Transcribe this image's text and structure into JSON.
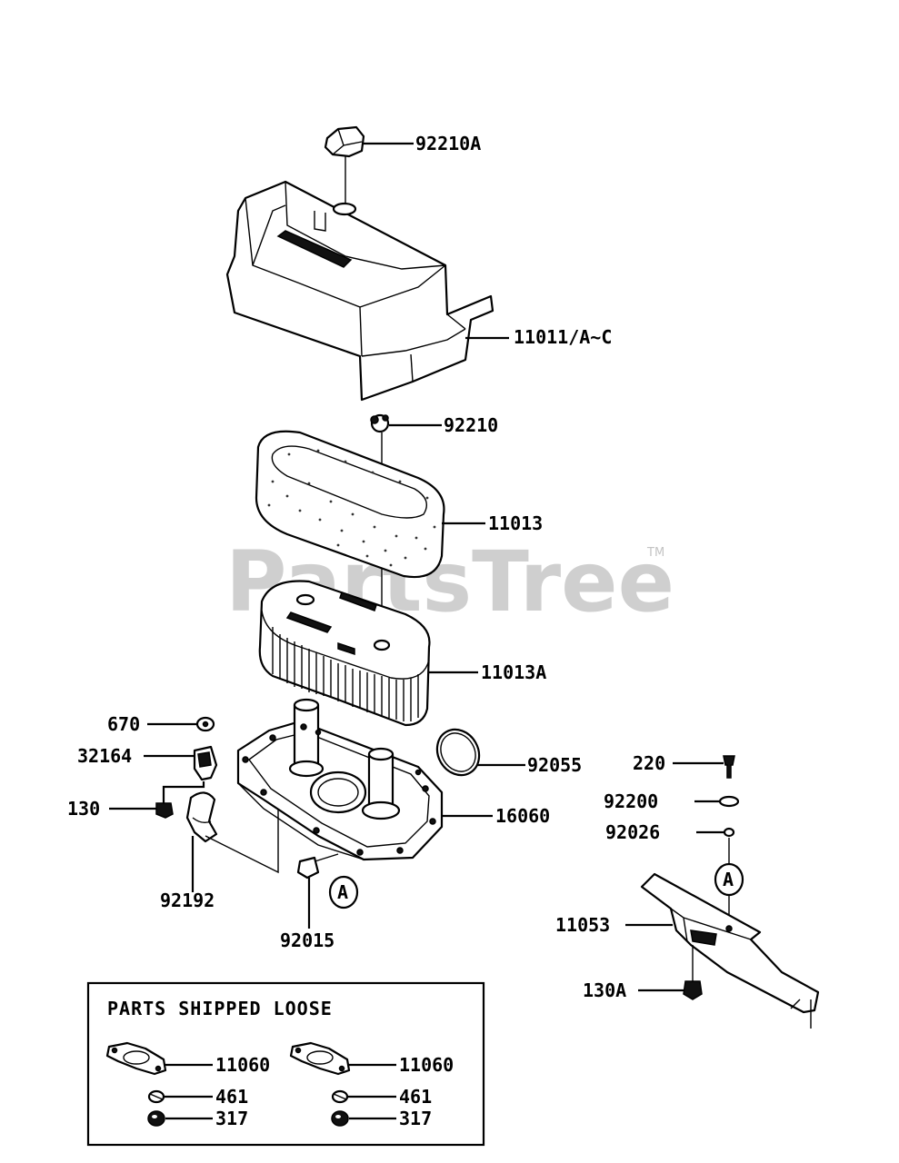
{
  "watermark": {
    "text": "PartsTree",
    "trademark": "TM"
  },
  "parts": {
    "p92210A": "92210A",
    "p11011": "11011/A~C",
    "p92210": "92210",
    "p11013": "11013",
    "p11013A": "11013A",
    "p670": "670",
    "p32164": "32164",
    "p130": "130",
    "p92192": "92192",
    "p92055": "92055",
    "p16060": "16060",
    "p92015": "92015",
    "p220": "220",
    "p92200": "92200",
    "p92026": "92026",
    "p11053": "11053",
    "p130A": "130A"
  },
  "ref_marker": "A",
  "loose_box": {
    "title": "PARTS SHIPPED LOOSE",
    "left": {
      "gasket": "11060",
      "washer": "461",
      "nut": "317"
    },
    "right": {
      "gasket": "11060",
      "washer": "461",
      "nut": "317"
    }
  }
}
